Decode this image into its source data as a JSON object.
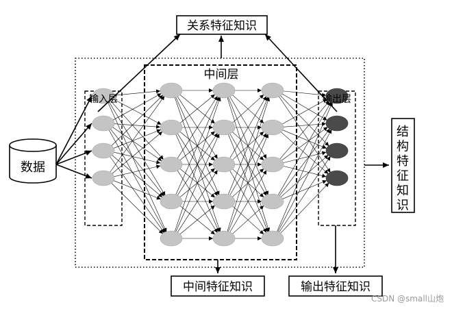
{
  "labels": {
    "relation_knowledge": "关系特征知识",
    "hidden_layer": "中间层",
    "input_layer": "输入层",
    "output_layer": "输出层",
    "data": "数据",
    "structure_knowledge": "结构特征知识",
    "intermediate_knowledge": "中间特征知识",
    "output_knowledge": "输出特征知识"
  },
  "network": {
    "layer_sizes": [
      4,
      5,
      5,
      5,
      4
    ]
  },
  "colors": {
    "node_light": "#c4c4c4",
    "node_dark": "#4a4a4a",
    "line": "#000000"
  },
  "watermark": "CSDN @small山炮"
}
